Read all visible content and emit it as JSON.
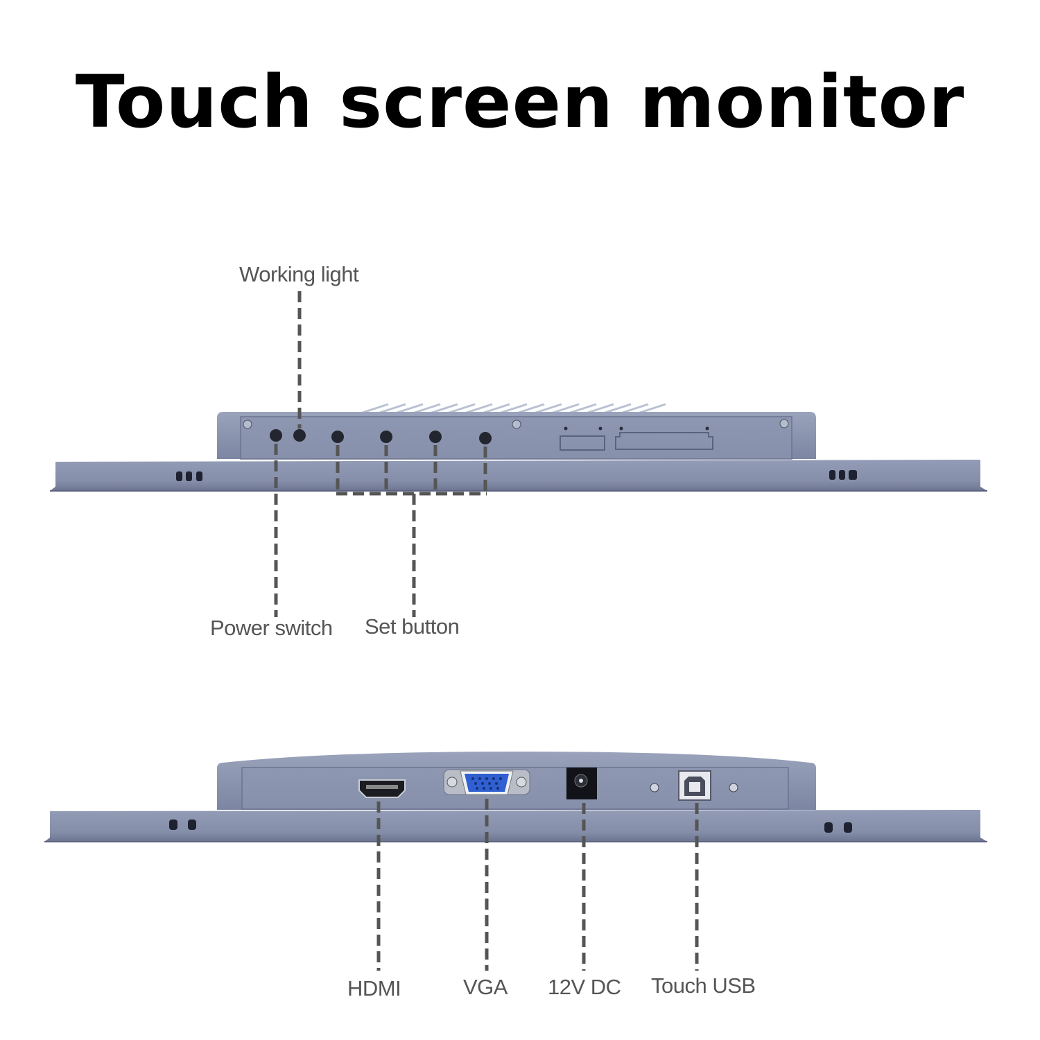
{
  "title": "Touch screen monitor",
  "top_view": {
    "labels": {
      "working_light": "Working light",
      "power_switch": "Power switch",
      "set_button": "Set button"
    }
  },
  "bottom_view": {
    "labels": {
      "hdmi": "HDMI",
      "vga": "VGA",
      "dc": "12V DC",
      "touch_usb": "Touch USB"
    }
  },
  "colors": {
    "housing": "#8a93ad",
    "housing_dark": "#6f7894",
    "housing_light": "#a2abc3",
    "leader": "#555555",
    "vga_blue": "#2f5fd0"
  }
}
